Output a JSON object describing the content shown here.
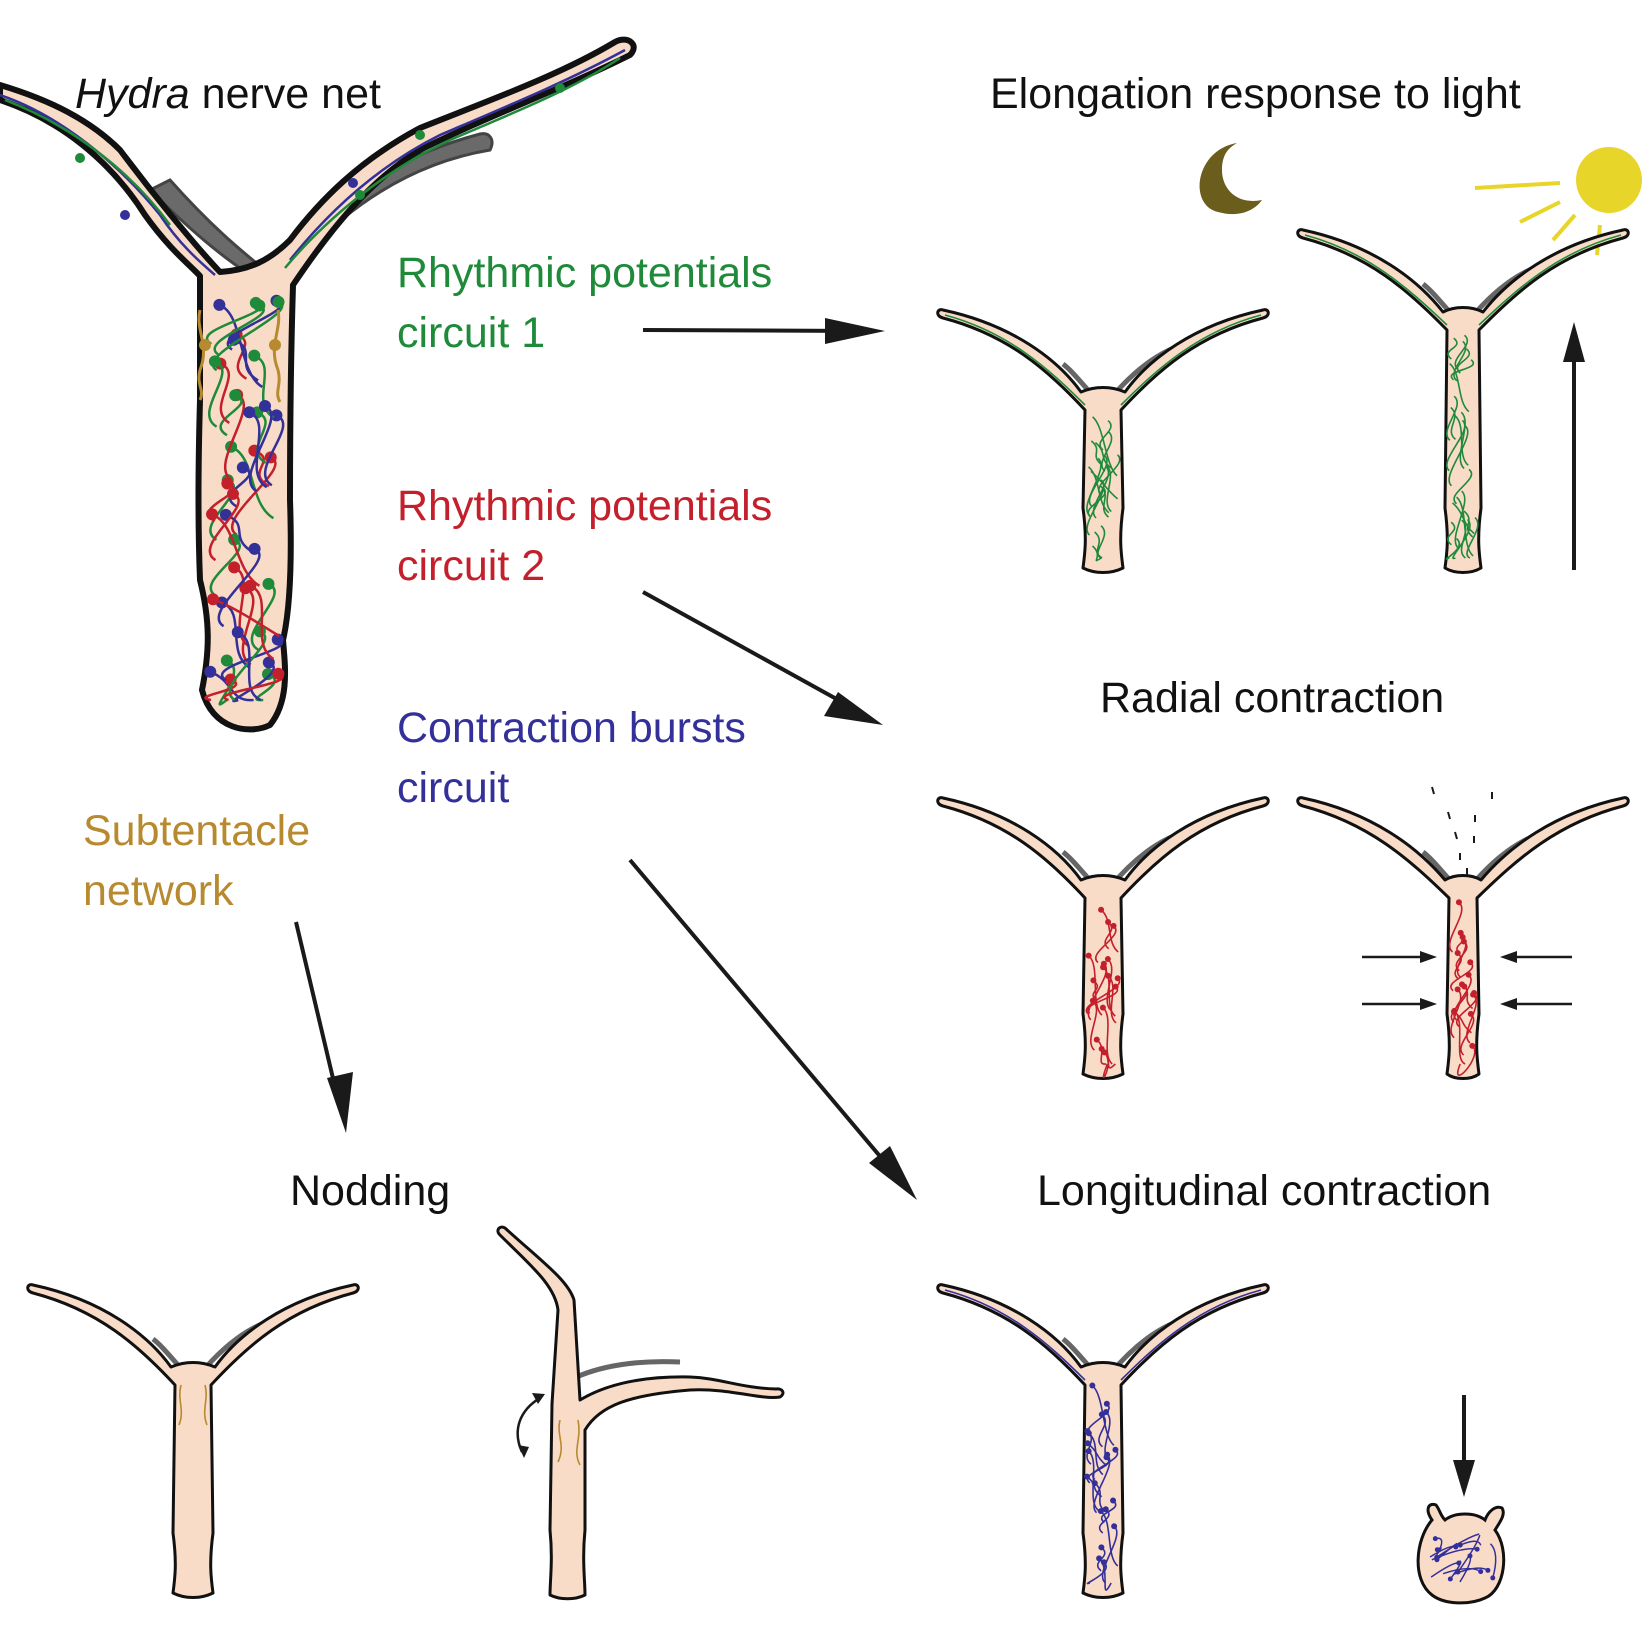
{
  "colors": {
    "skin": "#f9dcc8",
    "outline": "#111111",
    "green": "#1f8a3a",
    "red": "#c4202c",
    "blue": "#34309a",
    "gold": "#b88a30",
    "moon": "#6b5d1c",
    "sun": "#e8d52a",
    "arrow": "#1a1a1a",
    "shadow": "#555555"
  },
  "labels": {
    "title_italic": "Hydra",
    "title_rest": " nerve net",
    "circuit1_line1": "Rhythmic potentials",
    "circuit1_line2": "circuit 1",
    "circuit2_line1": "Rhythmic potentials",
    "circuit2_line2": "circuit 2",
    "bursts_line1": "Contraction bursts",
    "bursts_line2": "circuit",
    "subtentacle_line1": "Subtentacle",
    "subtentacle_line2": "network",
    "elongation": "Elongation response to light",
    "radial": "Radial contraction",
    "nodding": "Nodding",
    "longitudinal": "Longitudinal contraction"
  },
  "icons": {
    "moon": "crescent-moon-icon",
    "sun": "sun-icon"
  }
}
